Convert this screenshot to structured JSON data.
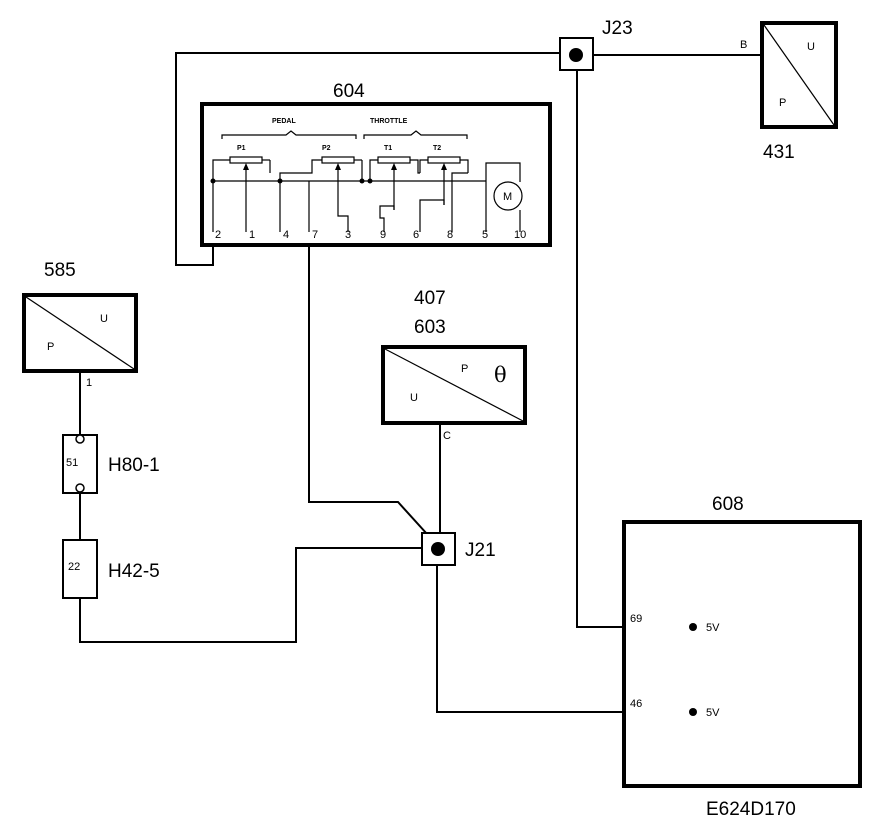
{
  "diagram": {
    "drawing_code": "E624D170",
    "components": {
      "c604": {
        "label": "604",
        "pedal": "PEDAL",
        "throttle": "THROTTLE",
        "pot_p1": "P1",
        "pot_p2": "P2",
        "pot_t1": "T1",
        "pot_t2": "T2",
        "motor": "M",
        "pins": [
          "2",
          "1",
          "4",
          "7",
          "3",
          "9",
          "6",
          "8",
          "5",
          "10"
        ]
      },
      "c431": {
        "label": "431",
        "u": "U",
        "p": "P",
        "pin": "B"
      },
      "c585": {
        "label": "585",
        "u": "U",
        "p": "P",
        "pin": "1"
      },
      "c407_603": {
        "label_top": "407",
        "label_bottom": "603",
        "u": "U",
        "p": "P",
        "theta": "θ",
        "pin": "C"
      },
      "c608": {
        "label": "608",
        "pin69": "69",
        "pin46": "46",
        "v69": "5V",
        "v46": "5V"
      },
      "j23": {
        "label": "J23"
      },
      "j21": {
        "label": "J21"
      },
      "h80": {
        "label": "H80-1",
        "num": "51"
      },
      "h42": {
        "label": "H42-5",
        "num": "22"
      }
    }
  }
}
